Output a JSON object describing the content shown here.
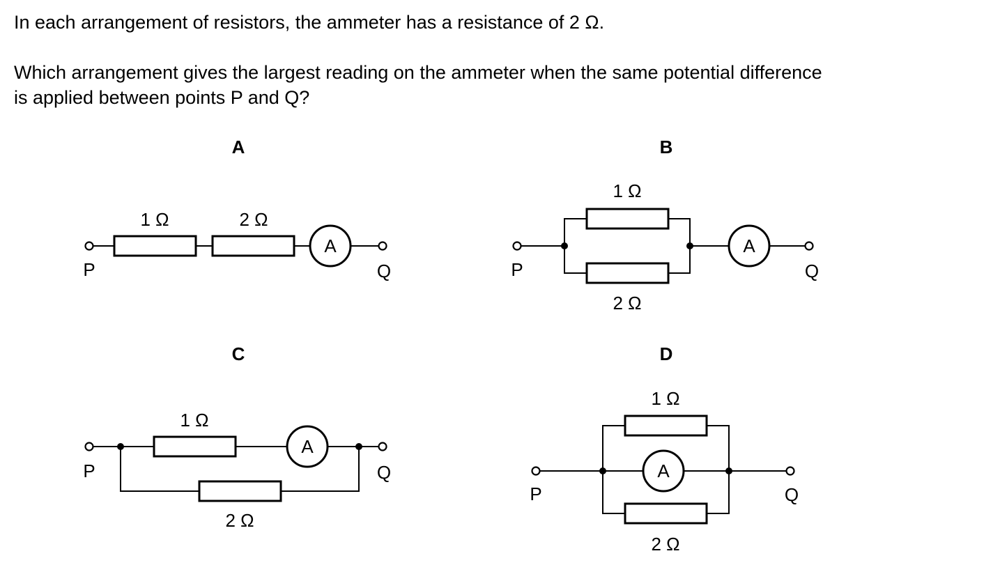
{
  "question": {
    "line1": "In each arrangement of resistors, the ammeter has a resistance of 2 Ω.",
    "line2": "Which arrangement gives the largest reading on the ammeter when the same potential difference",
    "line3": "is applied between points P and Q?"
  },
  "options": {
    "A": {
      "label": "A",
      "r1": "1 Ω",
      "r2": "2 Ω",
      "ammeter": "A",
      "p": "P",
      "q": "Q"
    },
    "B": {
      "label": "B",
      "r1": "1 Ω",
      "r2": "2 Ω",
      "ammeter": "A",
      "p": "P",
      "q": "Q"
    },
    "C": {
      "label": "C",
      "r1": "1 Ω",
      "r2": "2 Ω",
      "ammeter": "A",
      "p": "P",
      "q": "Q"
    },
    "D": {
      "label": "D",
      "r1": "1 Ω",
      "r2": "2 Ω",
      "ammeter": "A",
      "p": "P",
      "q": "Q"
    }
  }
}
